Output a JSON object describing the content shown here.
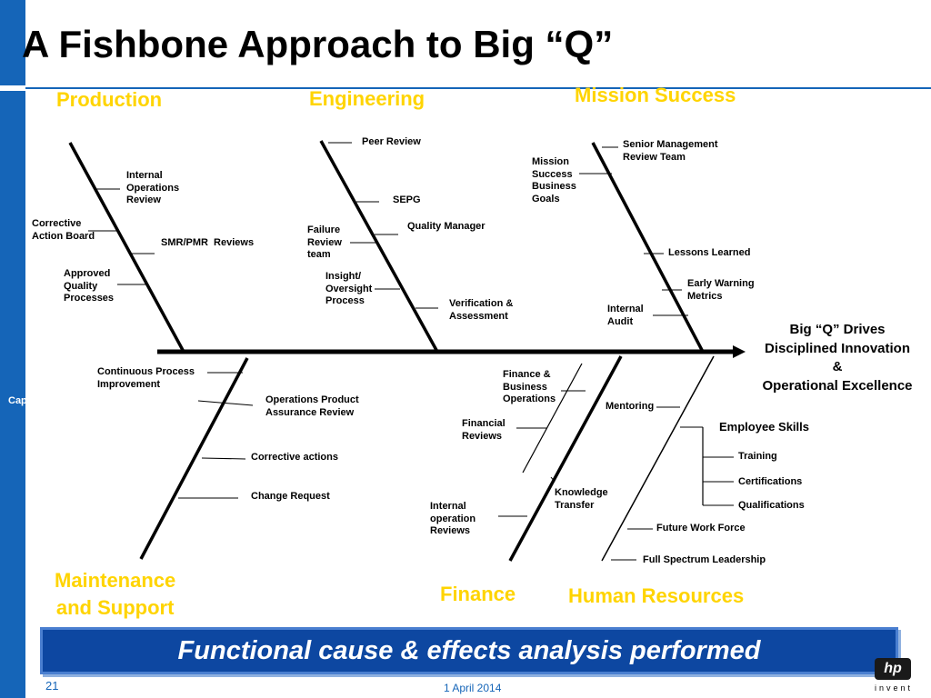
{
  "title": "A Fishbone Approach to Big “Q”",
  "side_label": "Cap",
  "categories": {
    "production": "Production",
    "engineering": "Engineering",
    "mission_success": "Mission Success",
    "maintenance": "Maintenance\nand Support",
    "finance": "Finance",
    "human_resources": "Human Resources"
  },
  "effect": {
    "line1": "Big “Q” Drives",
    "line2": "Disciplined Innovation",
    "line3": "&",
    "line4": "Operational Excellence"
  },
  "causes": {
    "internal_operations_review": "Internal\nOperations\nReview",
    "corrective_action_board": "Corrective\nAction Board",
    "smr_pmr_reviews": "SMR/PMR  Reviews",
    "approved_quality_processes": "Approved\nQuality\nProcesses",
    "peer_review": "Peer Review",
    "sepg": "SEPG",
    "failure_review_team": "Failure\nReview\nteam",
    "quality_manager": "Quality Manager",
    "insight_oversight": "Insight/\nOversight\nProcess",
    "verification_assessment": "Verification &\nAssessment",
    "mission_success_goals": "Mission\nSuccess\nBusiness\nGoals",
    "senior_management": "Senior Management\nReview Team",
    "lessons_learned": "Lessons Learned",
    "early_warning": "Early Warning\nMetrics",
    "internal_audit": "Internal\nAudit",
    "continuous_process": "Continuous Process\nImprovement",
    "operations_product": "Operations Product\nAssurance Review",
    "corrective_actions": "Corrective actions",
    "change_request": "Change Request",
    "finance_business_ops": "Finance &\nBusiness\nOperations",
    "financial_reviews": "Financial\nReviews",
    "internal_operation_reviews": "Internal\noperation\nReviews",
    "knowledge_transfer": "Knowledge\nTransfer",
    "mentoring": "Mentoring",
    "employee_skills": "Employee Skills",
    "training": "Training",
    "certifications": "Certifications",
    "qualifications": "Qualifications",
    "future_work_force": "Future Work Force",
    "full_spectrum": "Full Spectrum Leadership"
  },
  "banner": "Functional cause & effects analysis performed",
  "footer": {
    "slide_number": "21",
    "date": "1 April 2014",
    "logo_word": "invent"
  },
  "colors": {
    "accent_blue": "#1565b8",
    "category_yellow": "#ffd400",
    "banner_blue": "#0d47a1"
  },
  "icons": {
    "logo": "hp-logo-icon",
    "arrow": "arrowhead-icon"
  }
}
